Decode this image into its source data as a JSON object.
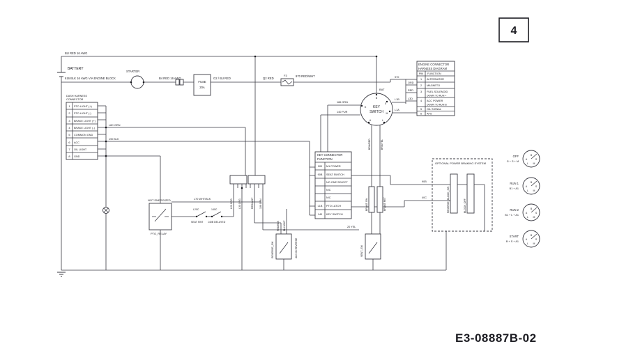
{
  "page": {
    "number": "4",
    "doc_id": "E3-08887B-02"
  },
  "power": {
    "battery": "BATTERY",
    "battery_pos_wire": "BU RED 16 AWG",
    "ground_wire": "616 BLK 16 AWG VIA ENGINE BLOCK",
    "starter": "STARTER",
    "starter_wire": "B4 RED 16 AWG",
    "fuse_line1": "FUSE",
    "fuse_line2": "20A",
    "fuse_wire": "G2 / BU RED",
    "f3": "F3",
    "f3_in_wire": "Q2 RED",
    "f3_out_wire": "970 RED/WHT"
  },
  "dash_connector": {
    "title_line1": "DASH HARNESS",
    "title_line2": "CONNECTOR",
    "rows": [
      {
        "pin": "1",
        "function": "PTO LIGHT (+)"
      },
      {
        "pin": "2",
        "function": "PTO LIGHT (-)"
      },
      {
        "pin": "3",
        "function": "BRAKE LIGHT (+)"
      },
      {
        "pin": "4",
        "function": "BRAKE LIGHT (-)"
      },
      {
        "pin": "5",
        "function": "COMMON GND"
      },
      {
        "pin": "6",
        "function": "ACC"
      },
      {
        "pin": "7",
        "function": "OIL LIGHT"
      },
      {
        "pin": "8",
        "function": "GND"
      }
    ],
    "wire_label_1": "L8C GRN",
    "wire_label_2": "190 BLK"
  },
  "engine_connector": {
    "title_line1": "ENGINE CONNECTOR",
    "title_line2": "HARNESS DIAGRAM",
    "header_pin": "PIN",
    "header_function": "FUNCTION",
    "rows": [
      {
        "pin": "1",
        "function": "ALTERNATOR",
        "function2": ""
      },
      {
        "pin": "2",
        "function": "MAGNETO",
        "function2": ""
      },
      {
        "pin": "3",
        "function": "FUEL SOLENOID",
        "function2": "DOWN TO RUN +"
      },
      {
        "pin": "4",
        "function": "ACC POWER",
        "function2": "DOWN TO RUN B"
      },
      {
        "pin": "5",
        "function": "OIL SIGNAL",
        "function2": ""
      },
      {
        "pin": "6",
        "function": "AFS",
        "function2": ""
      }
    ],
    "wire_labels": [
      "970",
      "ORD",
      "RED",
      "L3D"
    ]
  },
  "key_switch": {
    "label_line1": "KEY",
    "label_line2": "SWITCH",
    "bat": "BAT",
    "wire_left_upper": "186 GRN",
    "wire_left_lower": "140 PUR",
    "wire_right_upper": "L1B",
    "wire_right_lower": "L1A",
    "wire_bottom_left": "BRN/RED",
    "wire_bottom_right": "BRN/YEL",
    "terminals": {
      "b": "B",
      "s": "S",
      "m": "M",
      "l": "L",
      "a": "A",
      "g": "G"
    }
  },
  "key_connector": {
    "title_line1": "KEY CONNECTOR",
    "title_line2": "FUNCTION",
    "rows": [
      {
        "wire": "900",
        "function": "M1 POWER"
      },
      {
        "wire": "90B",
        "function": "SEAT SWITCH"
      },
      {
        "wire": "",
        "function": "NO ONE SELECT"
      },
      {
        "wire": "",
        "function": "N/C"
      },
      {
        "wire": "",
        "function": "N/C"
      },
      {
        "wire": "L1B",
        "function": "PTO LATCH"
      },
      {
        "wire": "140",
        "function": "KEY SWITCH"
      }
    ]
  },
  "relay": {
    "state": "NOT ENERGIZED",
    "name": "PTO_RELAY",
    "wire": "L70 WHT/BLK",
    "sw1": "L20C",
    "sw2": "140C",
    "sw1_sub": "SEAT SWT",
    "sw2_sub": "140B DELAYED"
  },
  "switches": {
    "reverse": "REVERSE_SW",
    "reverse_aux": "AUX IN REVERSE",
    "vent": "VENT_SW",
    "brake_1": "BRAKE SW",
    "brake_2": "BRAKE RET",
    "vent_wire": "20 YEL",
    "reverse_wire": "RED/BLK",
    "reverse_wire2": "BLK/WHT"
  },
  "cluster_wires": [
    "L20 ORG",
    "L30 ORG",
    "RED/WHT",
    "186 GRN"
  ],
  "optional_braking": {
    "title": "OPTIONAL POWER BRAKING SYSTEM",
    "switch": "REVERSE_BLOCK_SW",
    "switch2": "BLOCK_OFF",
    "wire_in_1": "90B",
    "wire_in_2": "40C"
  },
  "positions": {
    "items": [
      {
        "name": "OFF",
        "contacts": "G + S + M"
      },
      {
        "name": "RUN 1",
        "contacts": "B1 + A1"
      },
      {
        "name": "RUN 2",
        "contacts": "B1 + L + A1"
      },
      {
        "name": "START",
        "contacts": "B + S + A1"
      }
    ],
    "letters": [
      "B",
      "S",
      "M",
      "L",
      "A"
    ]
  }
}
